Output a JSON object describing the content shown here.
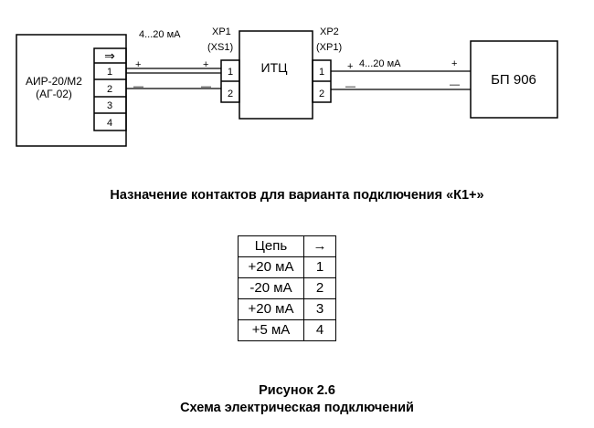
{
  "diagram": {
    "sensor": {
      "line1": "АИР-20/М2",
      "line2": "(АГ-02)",
      "header_arrow": "⇒",
      "terminals": [
        "1",
        "2",
        "3",
        "4"
      ]
    },
    "itc": {
      "label": "ИТЦ",
      "xp1_line1": "XP1",
      "xp1_line2": "(XS1)",
      "xp2_line1": "XP2",
      "xp2_line2": "(XP1)",
      "left_terminals": [
        "1",
        "2"
      ],
      "right_terminals": [
        "1",
        "2"
      ]
    },
    "psu": {
      "label": "БП 906"
    },
    "signal_left": "4...20 мА",
    "signal_right": "4...20 мА",
    "plus": "+",
    "minus": "—"
  },
  "heading": "Назначение контактов для варианта подключения «К1+»",
  "pin_table": {
    "headers": [
      "Цепь",
      "→"
    ],
    "rows": [
      [
        "+20 мА",
        "1"
      ],
      [
        "-20 мА",
        "2"
      ],
      [
        "+20 мА",
        "3"
      ],
      [
        "+5 мА",
        "4"
      ]
    ]
  },
  "caption": {
    "line1": "Рисунок 2.6",
    "line2": "Схема электрическая подключений"
  }
}
